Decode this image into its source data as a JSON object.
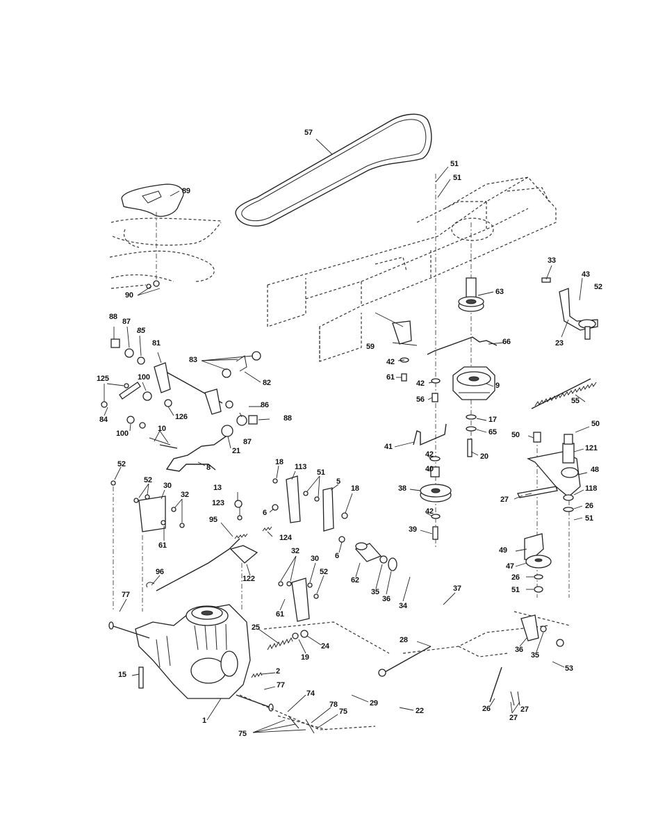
{
  "callouts": [
    {
      "id": "c57",
      "text": "57"
    },
    {
      "id": "c51a",
      "text": "51"
    },
    {
      "id": "c51b",
      "text": "51"
    },
    {
      "id": "c89",
      "text": "89"
    },
    {
      "id": "c90",
      "text": "90"
    },
    {
      "id": "c63",
      "text": "63"
    },
    {
      "id": "c33",
      "text": "33"
    },
    {
      "id": "c43",
      "text": "43"
    },
    {
      "id": "c52a",
      "text": "52"
    },
    {
      "id": "c23",
      "text": "23"
    },
    {
      "id": "c88a",
      "text": "88"
    },
    {
      "id": "c87a",
      "text": "87"
    },
    {
      "id": "c85",
      "text": "85"
    },
    {
      "id": "c81",
      "text": "81"
    },
    {
      "id": "c83",
      "text": "83"
    },
    {
      "id": "c82",
      "text": "82"
    },
    {
      "id": "c59",
      "text": "59"
    },
    {
      "id": "c66",
      "text": "66"
    },
    {
      "id": "c42a",
      "text": "42"
    },
    {
      "id": "c61a",
      "text": "61"
    },
    {
      "id": "c42b",
      "text": "42"
    },
    {
      "id": "c9",
      "text": "9"
    },
    {
      "id": "c56",
      "text": "56"
    },
    {
      "id": "c125",
      "text": "125"
    },
    {
      "id": "c100a",
      "text": "100"
    },
    {
      "id": "c86",
      "text": "86"
    },
    {
      "id": "c84",
      "text": "84"
    },
    {
      "id": "c126",
      "text": "126"
    },
    {
      "id": "c88b",
      "text": "88"
    },
    {
      "id": "c87b",
      "text": "87"
    },
    {
      "id": "c100b",
      "text": "100"
    },
    {
      "id": "c10",
      "text": "10"
    },
    {
      "id": "c21",
      "text": "21"
    },
    {
      "id": "c55",
      "text": "55"
    },
    {
      "id": "c17",
      "text": "17"
    },
    {
      "id": "c65",
      "text": "65"
    },
    {
      "id": "c50a",
      "text": "50"
    },
    {
      "id": "c50b",
      "text": "50"
    },
    {
      "id": "c121",
      "text": "121"
    },
    {
      "id": "c41",
      "text": "41"
    },
    {
      "id": "c42c",
      "text": "42"
    },
    {
      "id": "c20",
      "text": "20"
    },
    {
      "id": "c8",
      "text": "8"
    },
    {
      "id": "c52b",
      "text": "52"
    },
    {
      "id": "c18a",
      "text": "18"
    },
    {
      "id": "c113",
      "text": "113"
    },
    {
      "id": "c51c",
      "text": "51"
    },
    {
      "id": "c40",
      "text": "40"
    },
    {
      "id": "c48",
      "text": "48"
    },
    {
      "id": "c52c",
      "text": "52"
    },
    {
      "id": "c30a",
      "text": "30"
    },
    {
      "id": "c5",
      "text": "5"
    },
    {
      "id": "c18b",
      "text": "18"
    },
    {
      "id": "c38",
      "text": "38"
    },
    {
      "id": "c118",
      "text": "118"
    },
    {
      "id": "c27a",
      "text": "27"
    },
    {
      "id": "c32a",
      "text": "32"
    },
    {
      "id": "c13",
      "text": "13"
    },
    {
      "id": "c123",
      "text": "123"
    },
    {
      "id": "c6a",
      "text": "6"
    },
    {
      "id": "c42d",
      "text": "42"
    },
    {
      "id": "c26a",
      "text": "26"
    },
    {
      "id": "c51d",
      "text": "51"
    },
    {
      "id": "c95",
      "text": "95"
    },
    {
      "id": "c124",
      "text": "124"
    },
    {
      "id": "c61b",
      "text": "61"
    },
    {
      "id": "c39",
      "text": "39"
    },
    {
      "id": "c6b",
      "text": "6"
    },
    {
      "id": "c49",
      "text": "49"
    },
    {
      "id": "c47",
      "text": "47"
    },
    {
      "id": "c96",
      "text": "96"
    },
    {
      "id": "c122",
      "text": "122"
    },
    {
      "id": "c32b",
      "text": "32"
    },
    {
      "id": "c30b",
      "text": "30"
    },
    {
      "id": "c52d",
      "text": "52"
    },
    {
      "id": "c62",
      "text": "62"
    },
    {
      "id": "c35a",
      "text": "35"
    },
    {
      "id": "c36a",
      "text": "36"
    },
    {
      "id": "c34",
      "text": "34"
    },
    {
      "id": "c26b",
      "text": "26"
    },
    {
      "id": "c51e",
      "text": "51"
    },
    {
      "id": "c37",
      "text": "37"
    },
    {
      "id": "c77a",
      "text": "77"
    },
    {
      "id": "c61c",
      "text": "61"
    },
    {
      "id": "c25",
      "text": "25"
    },
    {
      "id": "c19",
      "text": "19"
    },
    {
      "id": "c24",
      "text": "24"
    },
    {
      "id": "c28",
      "text": "28"
    },
    {
      "id": "c36b",
      "text": "36"
    },
    {
      "id": "c35b",
      "text": "35"
    },
    {
      "id": "c53",
      "text": "53"
    },
    {
      "id": "c15",
      "text": "15"
    },
    {
      "id": "c2",
      "text": "2"
    },
    {
      "id": "c77b",
      "text": "77"
    },
    {
      "id": "c74",
      "text": "74"
    },
    {
      "id": "c29",
      "text": "29"
    },
    {
      "id": "c22",
      "text": "22"
    },
    {
      "id": "c1",
      "text": "1"
    },
    {
      "id": "c78",
      "text": "78"
    },
    {
      "id": "c75a",
      "text": "75"
    },
    {
      "id": "c75b",
      "text": "75"
    },
    {
      "id": "c26c",
      "text": "26"
    },
    {
      "id": "c27b",
      "text": "27"
    },
    {
      "id": "c27c",
      "text": "27"
    }
  ]
}
